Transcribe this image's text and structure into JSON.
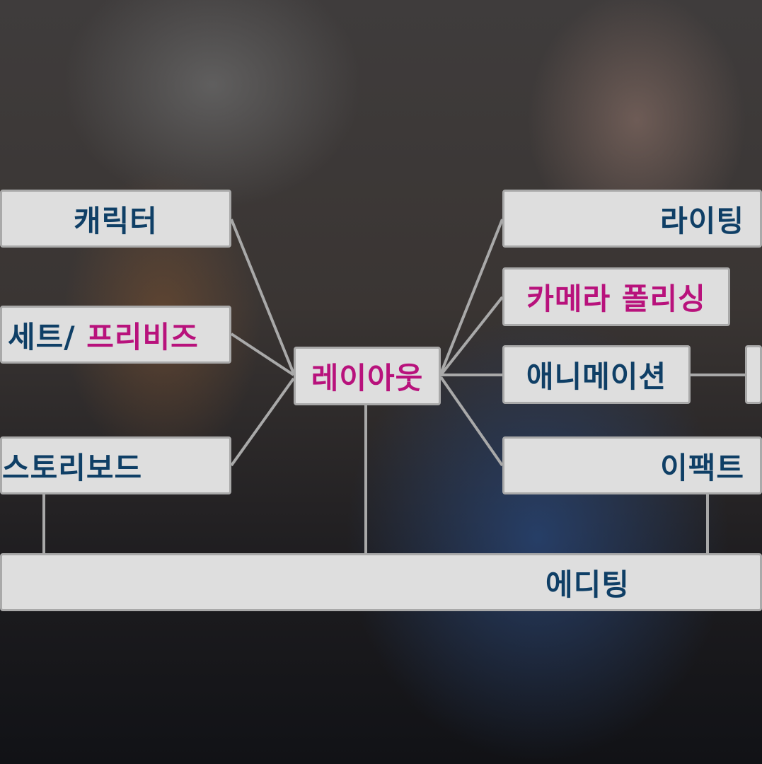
{
  "colors": {
    "text_primary": "#0f3f66",
    "text_highlight": "#b8127c",
    "box_fill": "#dedede",
    "connector": "#a9a9a9"
  },
  "nodes": {
    "character": "캐릭터",
    "set_prefix": "세트/",
    "set_previs": "프리비즈",
    "storyboard": "스토리보드",
    "layout": "레이아웃",
    "lighting": "라이팅",
    "camera_polishing": "카메라 폴리싱",
    "animation": "애니메이션",
    "effects": "이팩트",
    "editing": "에디팅"
  }
}
